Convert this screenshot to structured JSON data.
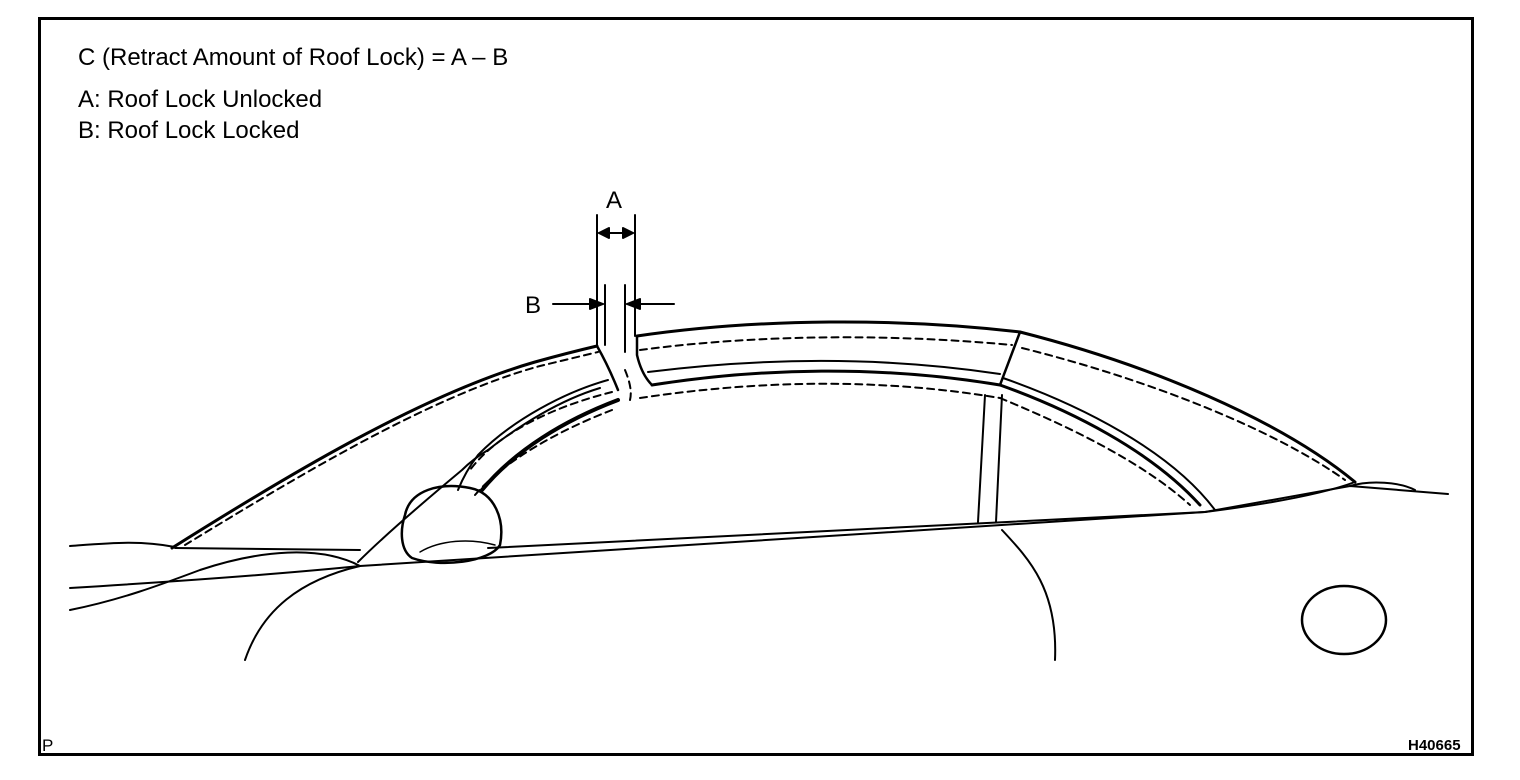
{
  "legend": {
    "formula": "C (Retract Amount of Roof Lock) = A – B",
    "a_definition": "A: Roof Lock Unlocked",
    "b_definition": "B: Roof Lock Locked"
  },
  "dimensions": {
    "a_label": "A",
    "b_label": "B"
  },
  "corner_marks": {
    "left": "P",
    "right": "H40665"
  },
  "colors": {
    "ink": "#000000",
    "paper": "#ffffff"
  }
}
